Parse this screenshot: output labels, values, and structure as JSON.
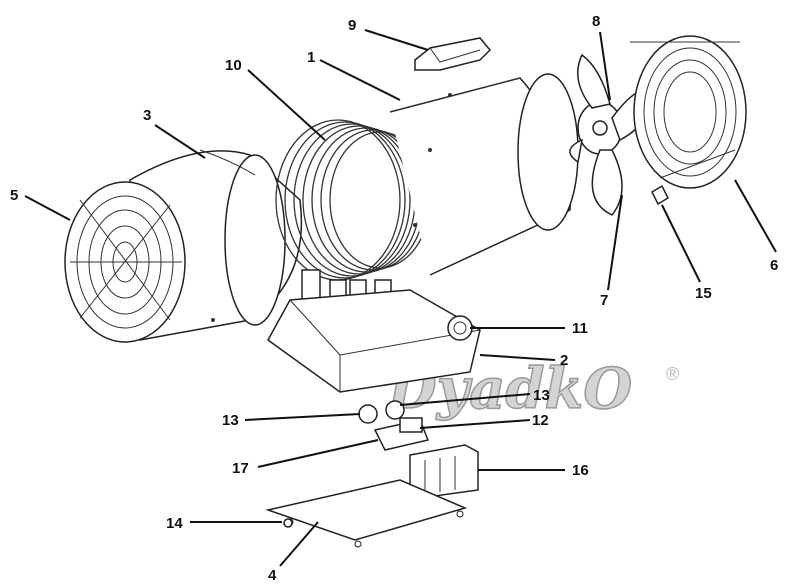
{
  "watermark": {
    "text": "DyadkO",
    "mark": "®"
  },
  "callouts": [
    "1",
    "2",
    "3",
    "4",
    "5",
    "6",
    "7",
    "8",
    "9",
    "10",
    "11",
    "12",
    "13",
    "13",
    "14",
    "15",
    "16",
    "17"
  ]
}
